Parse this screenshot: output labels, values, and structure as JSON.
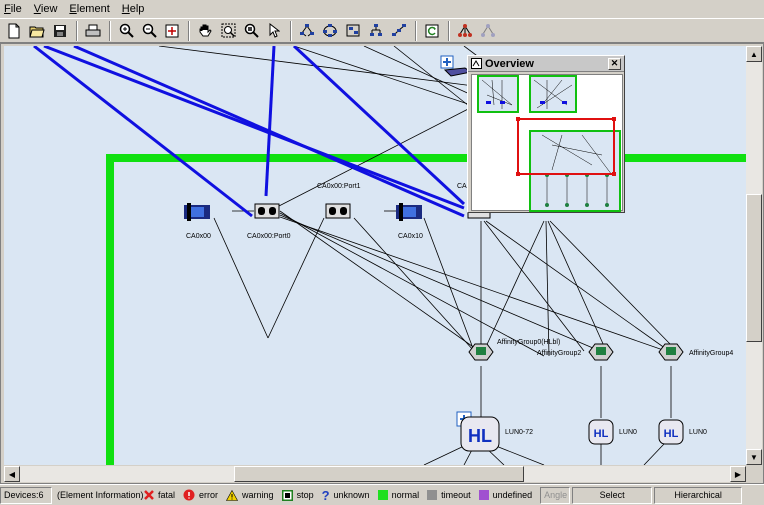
{
  "menu": [
    "File",
    "View",
    "Element",
    "Help"
  ],
  "toolbar": {
    "buttons": [
      "new-icon",
      "open-icon",
      "save-icon",
      "print-icon",
      "zoom-in-icon",
      "zoom-out-icon",
      "fit-icon",
      "hand-icon",
      "zoom-area-icon",
      "zoom-select-icon",
      "pointer-icon",
      "layout-tree-icon",
      "layout-ring-icon",
      "layout-grid-icon",
      "layout-hier-icon",
      "layout-free-icon",
      "refresh-icon",
      "tree-red-icon",
      "tree-gray-icon"
    ]
  },
  "nodes": {
    "ca0x00": "CA0x00",
    "ca0x00_port0": "CA0x00:Port0",
    "ca0x00_port1": "CA0x00:Port1",
    "ca0x10": "CA0x10",
    "ca_partial": "CA",
    "ag_hlbl": "AffinityGroup0(HLbl)",
    "ag2": "AffinityGroup2",
    "ag4": "AffinityGroup4",
    "lun0_72": "LUN0-72",
    "lun0_a": "LUN0",
    "lun0_b": "LUN0"
  },
  "overview": {
    "title": "Overview",
    "close": "✕"
  },
  "status": {
    "devices": "Devices:6",
    "info": "(Element Information)",
    "legend": [
      {
        "label": "fatal",
        "color": "#e02020"
      },
      {
        "label": "error",
        "color": "#e02020"
      },
      {
        "label": "warning",
        "color": "#f0d000"
      },
      {
        "label": "stop",
        "color": "#208020"
      },
      {
        "label": "unknown",
        "color": "#2040c0"
      },
      {
        "label": "normal",
        "color": "#20e020"
      },
      {
        "label": "timeout",
        "color": "#909090"
      },
      {
        "label": "undefined",
        "color": "#a050d0"
      }
    ],
    "angle": "Angle",
    "select": "Select",
    "mode": "Hierarchical"
  }
}
